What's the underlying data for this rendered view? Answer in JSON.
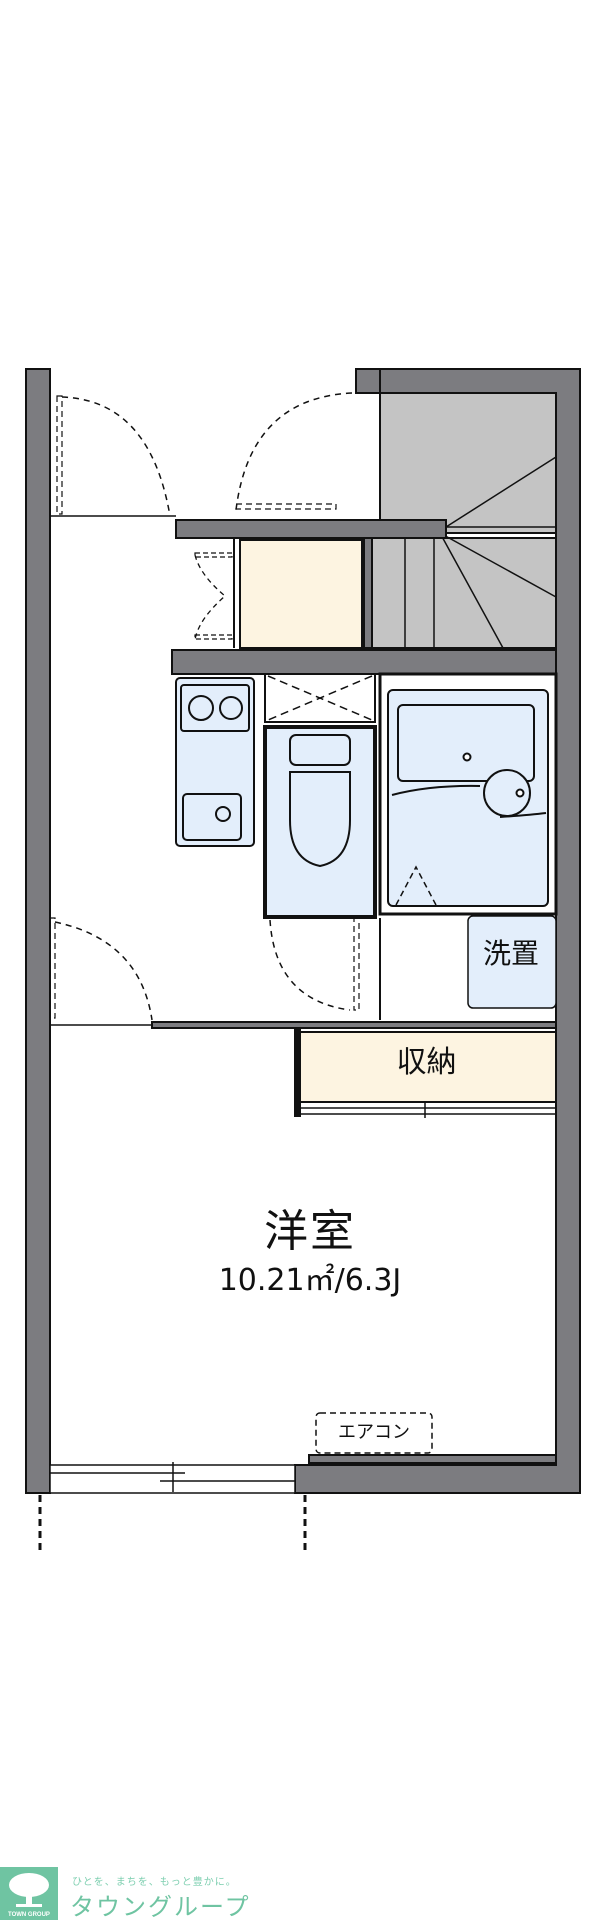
{
  "floor_plan": {
    "rooms": {
      "western_room": {
        "name": "洋室",
        "size": "10.21㎡/6.3J"
      },
      "storage": {
        "label": "収納"
      },
      "washer_space": {
        "label": "洗置"
      },
      "air_conditioner": {
        "label": "エアコン"
      }
    },
    "fixtures": [
      "kitchen-stove-two-burner",
      "kitchen-sink",
      "toilet",
      "unit-bath",
      "staircase",
      "entrance-doors",
      "sliding-window"
    ],
    "colors": {
      "wall": "#7c7c80",
      "stair": "#c4c4c4",
      "wet_area": "#e3eefb",
      "storage_fill": "#fdf4e1",
      "line": "#111111"
    }
  },
  "logo": {
    "tagline": "ひとを、まちを、もっと豊かに。",
    "name": "タウングループ",
    "badge_text": "TOWN GROUP",
    "color": "#6fc4a2"
  }
}
